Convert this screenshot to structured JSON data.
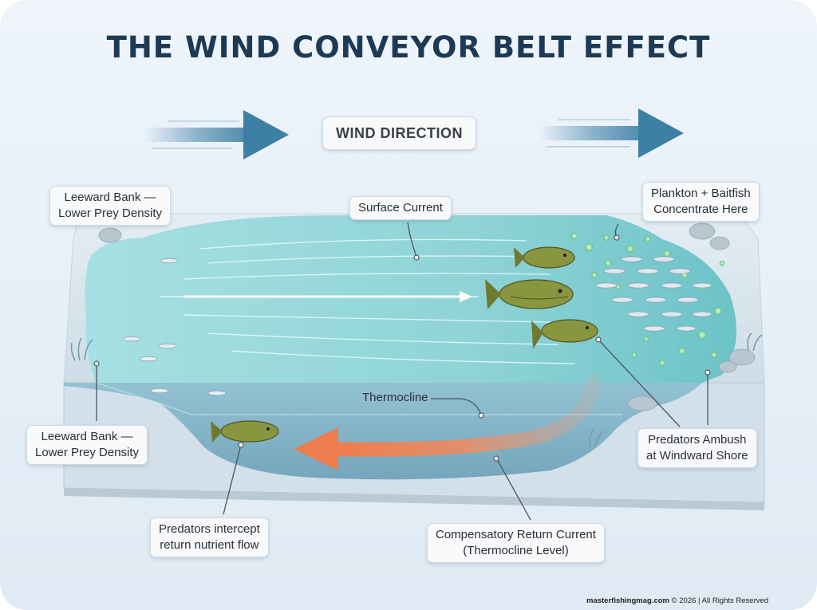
{
  "title": "THE WIND CONVEYOR BELT EFFECT",
  "labels": {
    "wind_direction": "WIND DIRECTION",
    "leeward_top_l1": "Leeward Bank —",
    "leeward_top_l2": "Lower Prey Density",
    "surface_current": "Surface Current",
    "plankton_l1": "Plankton + Baitfish",
    "plankton_l2": "Concentrate Here",
    "thermocline": "Thermocline",
    "leeward_bottom_l1": "Leeward Bank —",
    "leeward_bottom_l2": "Lower Prey Density",
    "predators_ambush_l1": "Predators Ambush",
    "predators_ambush_l2": "at Windward Shore",
    "predators_intercept_l1": "Predators intercept",
    "predators_intercept_l2": "return nutrient flow",
    "return_current_l1": "Compensatory Return Current",
    "return_current_l2": "(Thermocline Level)"
  },
  "footer": {
    "site": "masterfishingmag.com",
    "rights": " © 2026 | All Rights Reserved"
  },
  "colors": {
    "title": "#1d3a55",
    "wind_arrow": "#3f7fa6",
    "return_arrow": "#f08a5d",
    "water_surface": "#8fd3d6",
    "water_deep": "#6fa9be",
    "bass": "#7f8a3a"
  }
}
